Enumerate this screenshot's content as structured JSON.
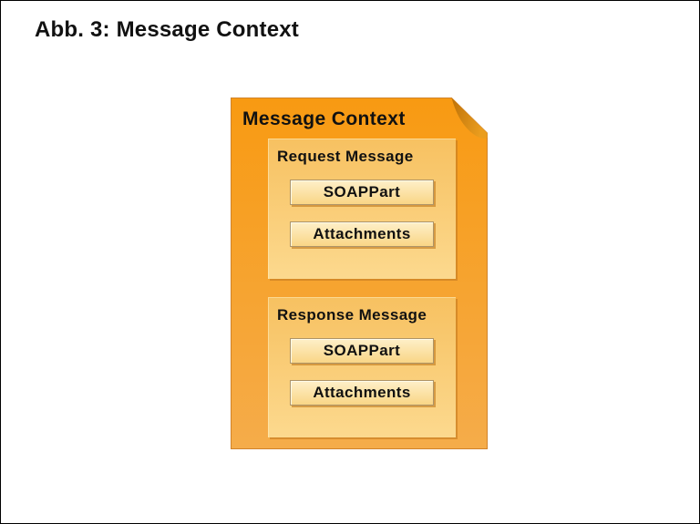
{
  "figure": {
    "caption": "Abb. 3: Message Context"
  },
  "diagram": {
    "container_label": "Message Context",
    "groups": [
      {
        "label": "Request Message",
        "items": [
          "SOAPPart",
          "Attachments"
        ]
      },
      {
        "label": "Response Message",
        "items": [
          "SOAPPart",
          "Attachments"
        ]
      }
    ],
    "colors": {
      "doc_fill_top": "#F89A12",
      "doc_fill_bottom": "#F5AC4A",
      "doc_border": "#D0832A",
      "fold_dark": "#BE7208",
      "fold_light": "#EA9D1E",
      "group_fill_top": "#F7C161",
      "group_fill_bottom": "#FCD98E",
      "item_fill_top": "#FEF0C9",
      "item_fill_bottom": "#F9D686",
      "text": "#111111"
    }
  }
}
